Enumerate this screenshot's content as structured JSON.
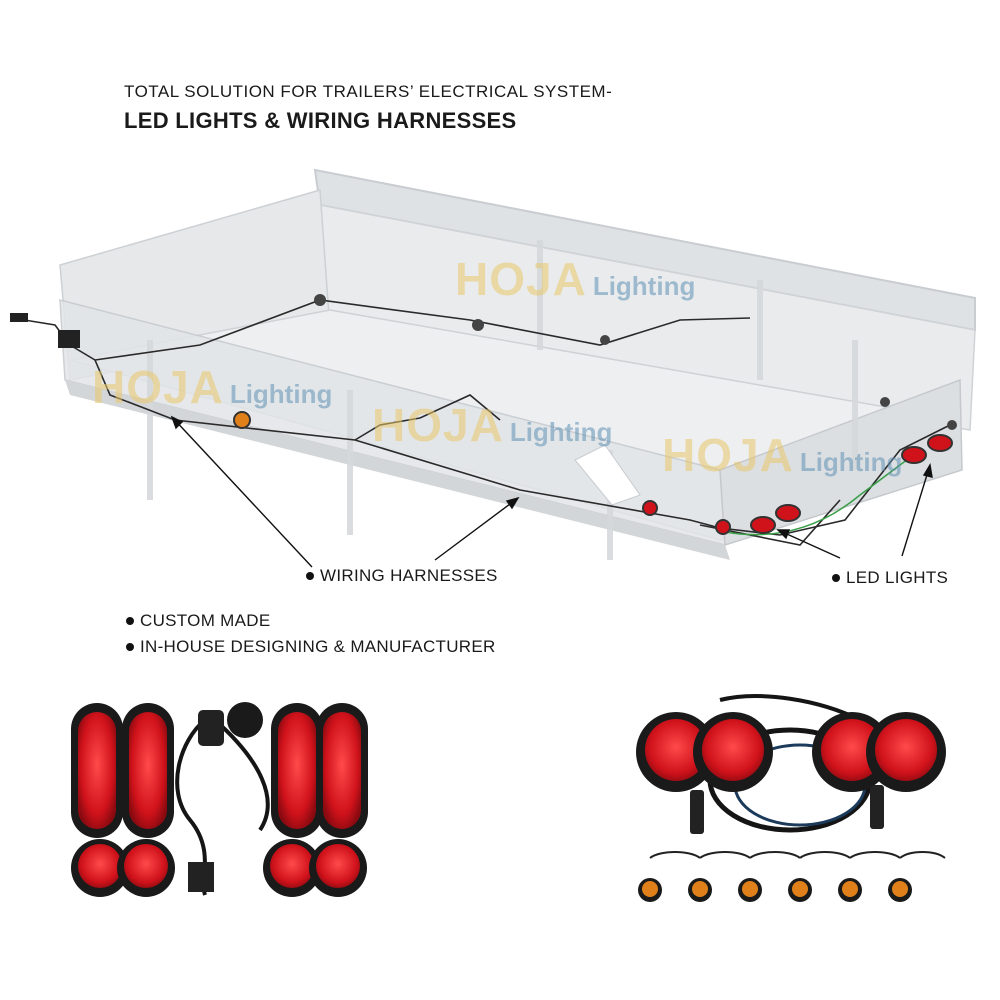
{
  "header": {
    "line1": "TOTAL SOLUTION FOR TRAILERS’  ELECTRICAL SYSTEM-",
    "line2": "LED LIGHTS & WIRING HARNESSES"
  },
  "callouts": {
    "wiring": "WIRING HARNESSES",
    "led": "LED LIGHTS"
  },
  "features": [
    "CUSTOM MADE",
    "IN-HOUSE DESIGNING & MANUFACTURER"
  ],
  "watermark": {
    "brand": "HOJA",
    "suffix": "Lighting"
  },
  "colors": {
    "led_red": "#d0121b",
    "amber": "#e0801a",
    "watermark_gold": "#e9c86a",
    "watermark_blue": "#5f91b5",
    "trailer_body": "#e4e6e8"
  },
  "icons": [
    "trailer-illustration",
    "oval-led-light-icon",
    "round-led-light-icon",
    "amber-marker-light-icon",
    "connector-plug-icon"
  ]
}
